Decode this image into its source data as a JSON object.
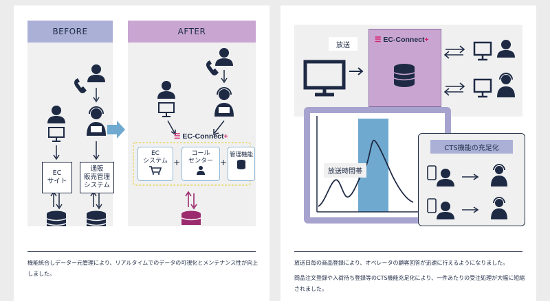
{
  "before": {
    "header": "BEFORE",
    "ec_site": "EC\nサイト",
    "sales_system": "通販\n販売管理\nシステム"
  },
  "after": {
    "header": "AFTER",
    "logo": "EC-Connect",
    "logo_plus": "+",
    "ec_system": "EC\nシステム",
    "call_center": "コール\nセンター",
    "admin": "管理機能",
    "plus_sign": "+"
  },
  "left_caption": "機能統合しデーター元管理により、リアルタイムでのデータの可視化とメンテナンス性が向上しました。",
  "right": {
    "broadcast_label": "放送",
    "logo": "EC-Connect",
    "logo_plus": "+",
    "airtime_label": "放送時間帯",
    "cts_title": "CTS機能の充足化",
    "caption_1": "放送日毎の商品登録により、オペレータの顧客回答が迅速に行えるようになりました。",
    "caption_2": "問品注文登録や入荷待ち登録等のCTS機能充足化により、一件あたりの受注処理が大幅に短縮されました。"
  },
  "colors": {
    "navy": "#1e2a44",
    "before_header": "#aab0d6",
    "after_header": "#c9a6d2",
    "arrow_blue": "#6fa9cf",
    "magenta": "#9c2a6f",
    "highlight": "#c9a6d2",
    "frame": "#a7a3cf",
    "bar": "#6fa9cf"
  },
  "icons": [
    "person-icon",
    "phone-icon",
    "operator-icon",
    "monitor-icon",
    "database-icon",
    "cart-icon",
    "arrow-down-icon",
    "arrow-right-icon",
    "exchange-arrows-icon",
    "smartphone-icon"
  ]
}
